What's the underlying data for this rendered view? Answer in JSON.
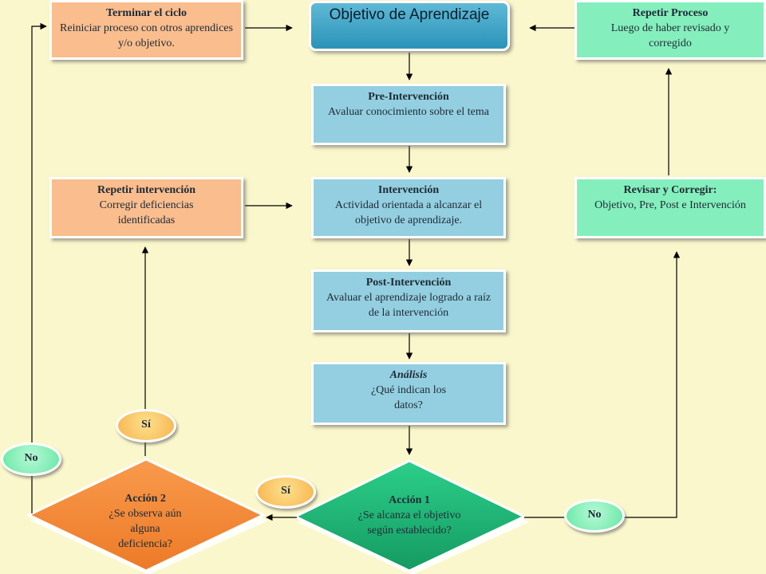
{
  "main_objective": "Objetivo de Aprendizaje",
  "terminar": {
    "title": "Terminar el ciclo",
    "body": "Reiniciar proceso con otros aprendices y/o objetivo."
  },
  "repetir_proceso": {
    "title": "Repetir Proceso",
    "body": "Luego de haber revisado y corregido"
  },
  "pre": {
    "title": "Pre-Intervención",
    "body": "Avaluar conocimiento sobre el tema"
  },
  "intervencion": {
    "title": "Intervención",
    "body": "Actividad orientada a alcanzar el objetivo de aprendizaje."
  },
  "repetir_intervencion": {
    "title": "Repetir intervención",
    "body": "Corregir deficiencias identificadas"
  },
  "revisar": {
    "title": "Revisar y Corregir:",
    "body": "Objetivo, Pre, Post e Intervención"
  },
  "post": {
    "title": "Post-Intervención",
    "body": "Avaluar el aprendizaje logrado a raíz de la intervención"
  },
  "analisis": {
    "title": "Análisis",
    "body": "¿Qué indican los datos?"
  },
  "accion1": {
    "title": "Acción 1",
    "body": "¿Se alcanza el objetivo según establecido?"
  },
  "accion2": {
    "title": "Acción 2",
    "body": "¿Se observa aún alguna deficiencia?"
  },
  "labels": {
    "si_a2": "Sí",
    "no_a2": "No",
    "si_a1": "Sí",
    "no_a1": "No"
  },
  "colors": {
    "background": "#fbf7cc",
    "peach": "#f9bd8e",
    "blue": "#93cfe0",
    "green": "#84efbd",
    "main_blue": "#2a93b9",
    "diamond_green": "#1fba78",
    "diamond_orange": "#f4893a"
  }
}
